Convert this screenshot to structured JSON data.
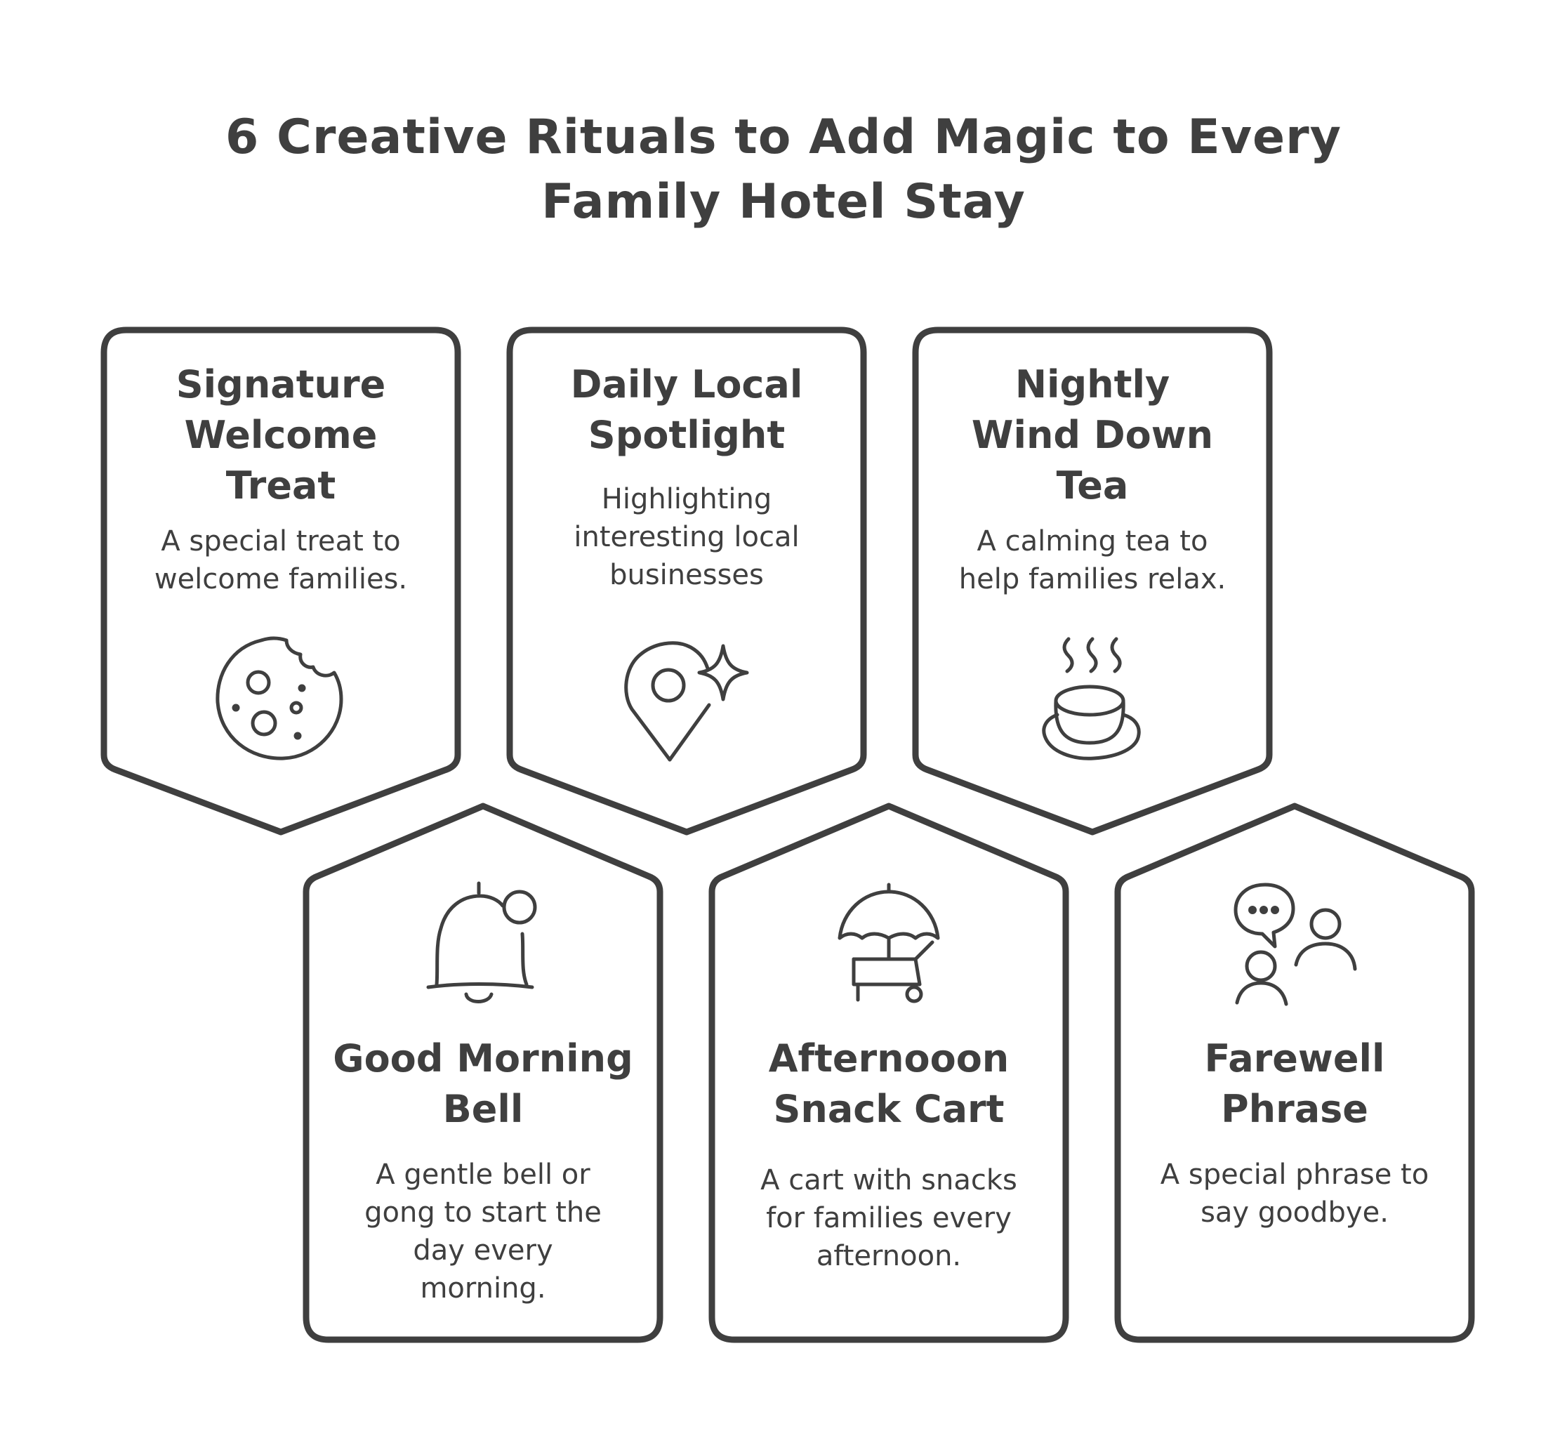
{
  "title": {
    "line1": "6 Creative Rituals to Add Magic to Every",
    "line2": "Family Hotel Stay"
  },
  "cards": [
    {
      "title_lines": [
        "Signature",
        "Welcome",
        "Treat"
      ],
      "desc_lines": [
        "A special treat to",
        "welcome families."
      ],
      "icon": "cookie-icon"
    },
    {
      "title_lines": [
        "Daily Local",
        "Spotlight"
      ],
      "desc_lines": [
        "Highlighting",
        "interesting local",
        "businesses"
      ],
      "icon": "location-sparkle-icon"
    },
    {
      "title_lines": [
        "Nightly",
        "Wind Down",
        "Tea"
      ],
      "desc_lines": [
        "A calming tea to",
        "help families relax."
      ],
      "icon": "tea-cup-icon"
    },
    {
      "title_lines": [
        "Good Morning",
        "Bell"
      ],
      "desc_lines": [
        "A gentle bell or",
        "gong to start the",
        "day every",
        "morning."
      ],
      "icon": "bell-icon"
    },
    {
      "title_lines": [
        "Afternooon",
        "Snack Cart"
      ],
      "desc_lines": [
        "A cart with snacks",
        "for families every",
        "afternoon."
      ],
      "icon": "snack-cart-icon"
    },
    {
      "title_lines": [
        "Farewell",
        "Phrase"
      ],
      "desc_lines": [
        "A special phrase to",
        "say goodbye."
      ],
      "icon": "people-chat-icon"
    }
  ],
  "colors": {
    "ink": "#3f3f3f",
    "background": "#ffffff"
  }
}
